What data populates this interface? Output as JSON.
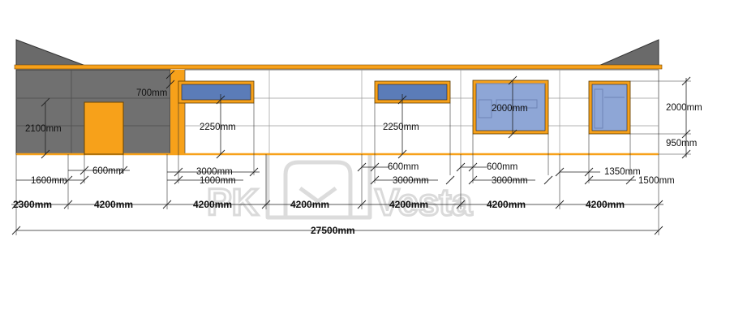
{
  "watermark": {
    "brand_prefix": "PK",
    "brand_name": "Vesta"
  },
  "colors": {
    "wall_dark": "#707070",
    "wall_panel": "#ffffff",
    "accent": "#f7a11a",
    "glass": "#5b7cb8",
    "glass_light": "#8ea6d6",
    "roof": "#6a6a6a"
  },
  "dimensions": {
    "bays_top": [
      "2300mm",
      "4200mm",
      "4200mm",
      "4200mm",
      "4200mm",
      "4200mm",
      "4200mm"
    ],
    "total": "27500mm",
    "door_height": "2100mm",
    "door_offset": "1600mm",
    "door_width": "600mm",
    "window1_top": "700mm",
    "window1_height": "2250mm",
    "window1_offset": "1000mm",
    "window1_width": "3000mm",
    "window2_height": "2250mm",
    "window2_offset": "600mm",
    "window2_width": "3000mm",
    "window3_height": "2000mm",
    "window3_offset": "600mm",
    "window3_width": "3000mm",
    "window4_height": "2000mm",
    "window4_sill": "950mm",
    "window4_offset": "1350mm",
    "window4_width": "1500mm"
  }
}
